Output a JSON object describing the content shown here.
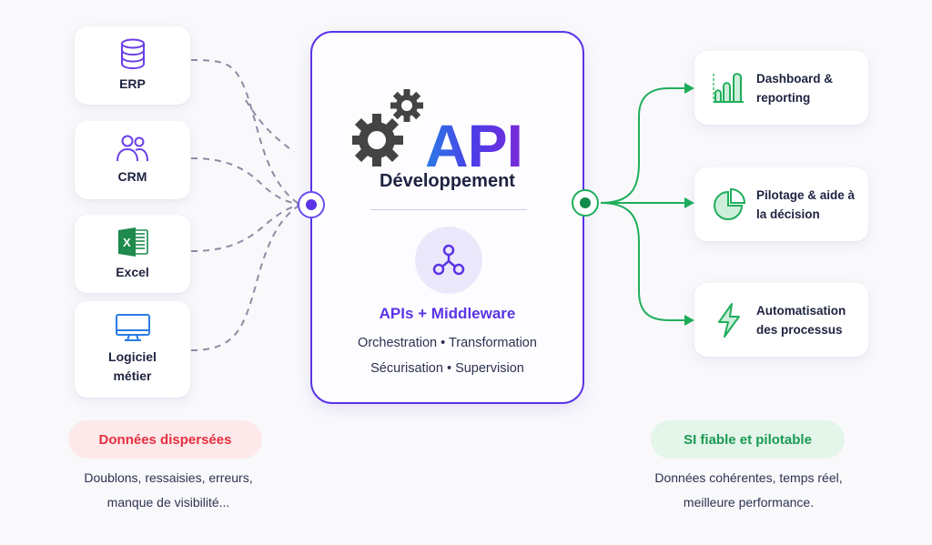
{
  "sources": [
    {
      "label": "ERP",
      "icon": "database-icon"
    },
    {
      "label": "CRM",
      "icon": "users-icon"
    },
    {
      "label": "Excel",
      "icon": "excel-icon"
    },
    {
      "label": "Logiciel métier",
      "icon": "monitor-icon"
    }
  ],
  "center": {
    "logo_text": "API",
    "subtitle": "Développement",
    "middleware_title": "APIs + Middleware",
    "line1": "Orchestration • Transformation",
    "line2": "Sécurisation • Supervision"
  },
  "outputs": [
    {
      "label": "Dashboard & reporting",
      "icon": "bar-chart-icon"
    },
    {
      "label": "Pilotage & aide à la décision",
      "icon": "pie-chart-icon"
    },
    {
      "label": "Automatisation des processus",
      "icon": "lightning-icon"
    }
  ],
  "left_footer": {
    "pill": "Données dispersées",
    "line1": "Doublons, ressaisies, erreurs,",
    "line2": "manque de visibilité..."
  },
  "right_footer": {
    "pill": "SI fiable et pilotable",
    "line1": "Données cohérentes, temps réel,",
    "line2": "meilleure performance."
  },
  "colors": {
    "primary": "#5b34e6",
    "green": "#1fae5b",
    "red": "#e5303f",
    "dash": "#8a8aa0"
  }
}
